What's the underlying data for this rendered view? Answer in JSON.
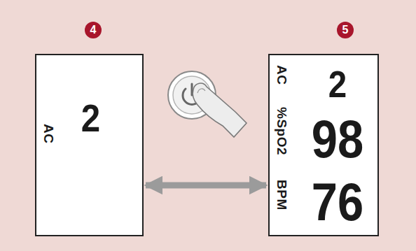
{
  "diagram": {
    "nodes": [
      {
        "text": [
          "2",
          "AC"
        ]
      },
      {
        "text": [
          "2",
          "98",
          "76",
          "AC",
          "%SpO2",
          "BPM"
        ]
      }
    ],
    "edges": [
      {
        "from": 0,
        "to": 1,
        "arrow": "both"
      }
    ],
    "labels": [
      "4",
      "5"
    ]
  }
}
